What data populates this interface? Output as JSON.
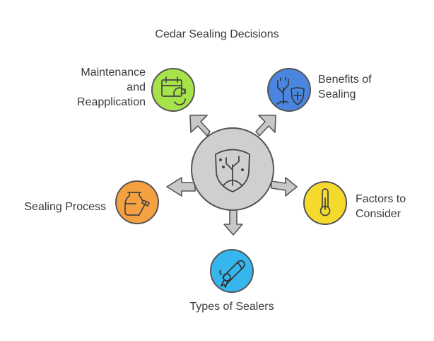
{
  "diagram": {
    "title": "Cedar Sealing Decisions",
    "center": {
      "icon": "tree-shield-icon",
      "color": "#cfcfcf"
    },
    "nodes": [
      {
        "id": "maintenance",
        "label": "Maintenance and Reapplication",
        "lines": [
          "Maintenance",
          "and",
          "Reapplication"
        ],
        "icon": "calendar-refresh-icon",
        "color": "#a6e24a"
      },
      {
        "id": "benefits",
        "label": "Benefits of Sealing",
        "lines": [
          "Benefits of",
          "Sealing"
        ],
        "icon": "tree-shield-icon",
        "color": "#4a86e0"
      },
      {
        "id": "factors",
        "label": "Factors to Consider",
        "lines": [
          "Factors to",
          "Consider"
        ],
        "icon": "thermometer-icon",
        "color": "#f5da2d"
      },
      {
        "id": "types",
        "label": "Types of Sealers",
        "lines": [
          "Types of Sealers"
        ],
        "icon": "certificate-scroll-icon",
        "color": "#35b6ec"
      },
      {
        "id": "process",
        "label": "Sealing Process",
        "lines": [
          "Sealing Process"
        ],
        "icon": "jar-brush-icon",
        "color": "#f5a142"
      }
    ]
  }
}
